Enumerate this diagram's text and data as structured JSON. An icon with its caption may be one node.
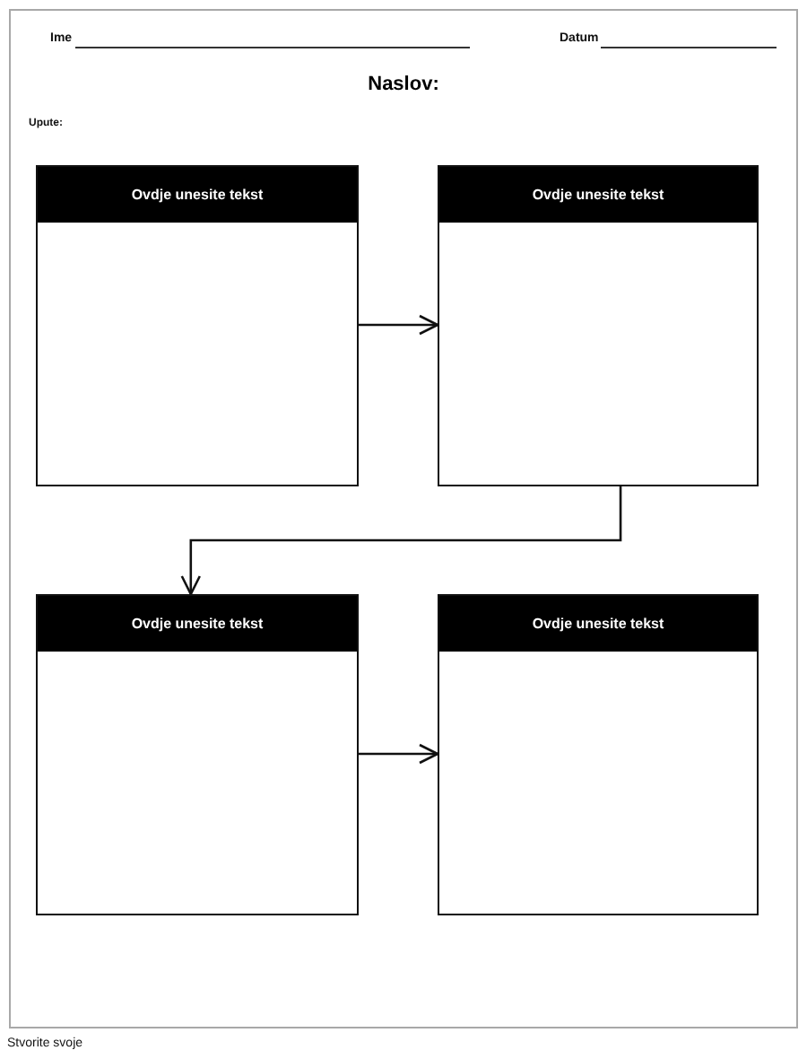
{
  "diagram": {
    "title": "Naslov:",
    "nodes": [
      {
        "text": [
          "Ovdje unesite tekst"
        ]
      },
      {
        "text": [
          "Ovdje unesite tekst"
        ]
      },
      {
        "text": [
          "Ovdje unesite tekst"
        ]
      },
      {
        "text": [
          "Ovdje unesite tekst"
        ]
      }
    ],
    "edges": [
      {
        "from": 0,
        "to": 1,
        "arrow": "to"
      },
      {
        "from": 1,
        "to": 2,
        "arrow": "to"
      },
      {
        "from": 2,
        "to": 3,
        "arrow": "to"
      }
    ],
    "labels": [
      "Ime",
      "Datum",
      "Upute:",
      "Stvorite svoje"
    ]
  }
}
